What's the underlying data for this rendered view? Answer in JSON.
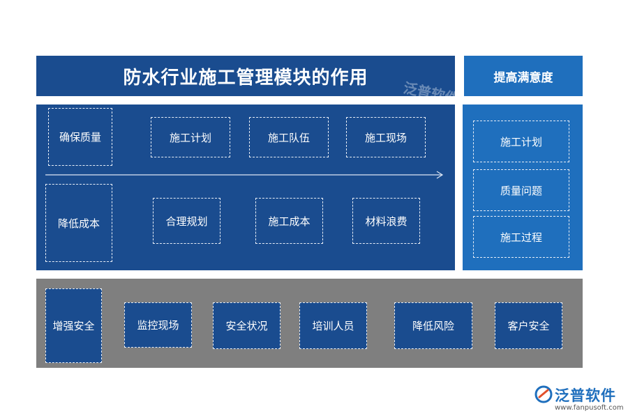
{
  "title": "防水行业施工管理模块的作用",
  "side": {
    "header": "提高满意度",
    "items": [
      "施工计划",
      "质量问题",
      "施工过程"
    ]
  },
  "main": {
    "row1": {
      "label": "确保质量",
      "items": [
        "施工计划",
        "施工队伍",
        "施工现场"
      ]
    },
    "row2": {
      "label": "降低成本",
      "items": [
        "合理规划",
        "施工成本",
        "材料浪费"
      ]
    }
  },
  "bottom": {
    "label": "增强安全",
    "items": [
      "监控现场",
      "安全状况",
      "培训人员",
      "降低风险",
      "客户安全"
    ]
  },
  "logo": {
    "name": "泛普软件",
    "url": "www.fanpusoft.com"
  },
  "watermark": "泛普软件",
  "colors": {
    "dark_blue": "#1a4c8f",
    "mid_blue": "#1f6fbd",
    "gray": "#7f7f7f"
  }
}
